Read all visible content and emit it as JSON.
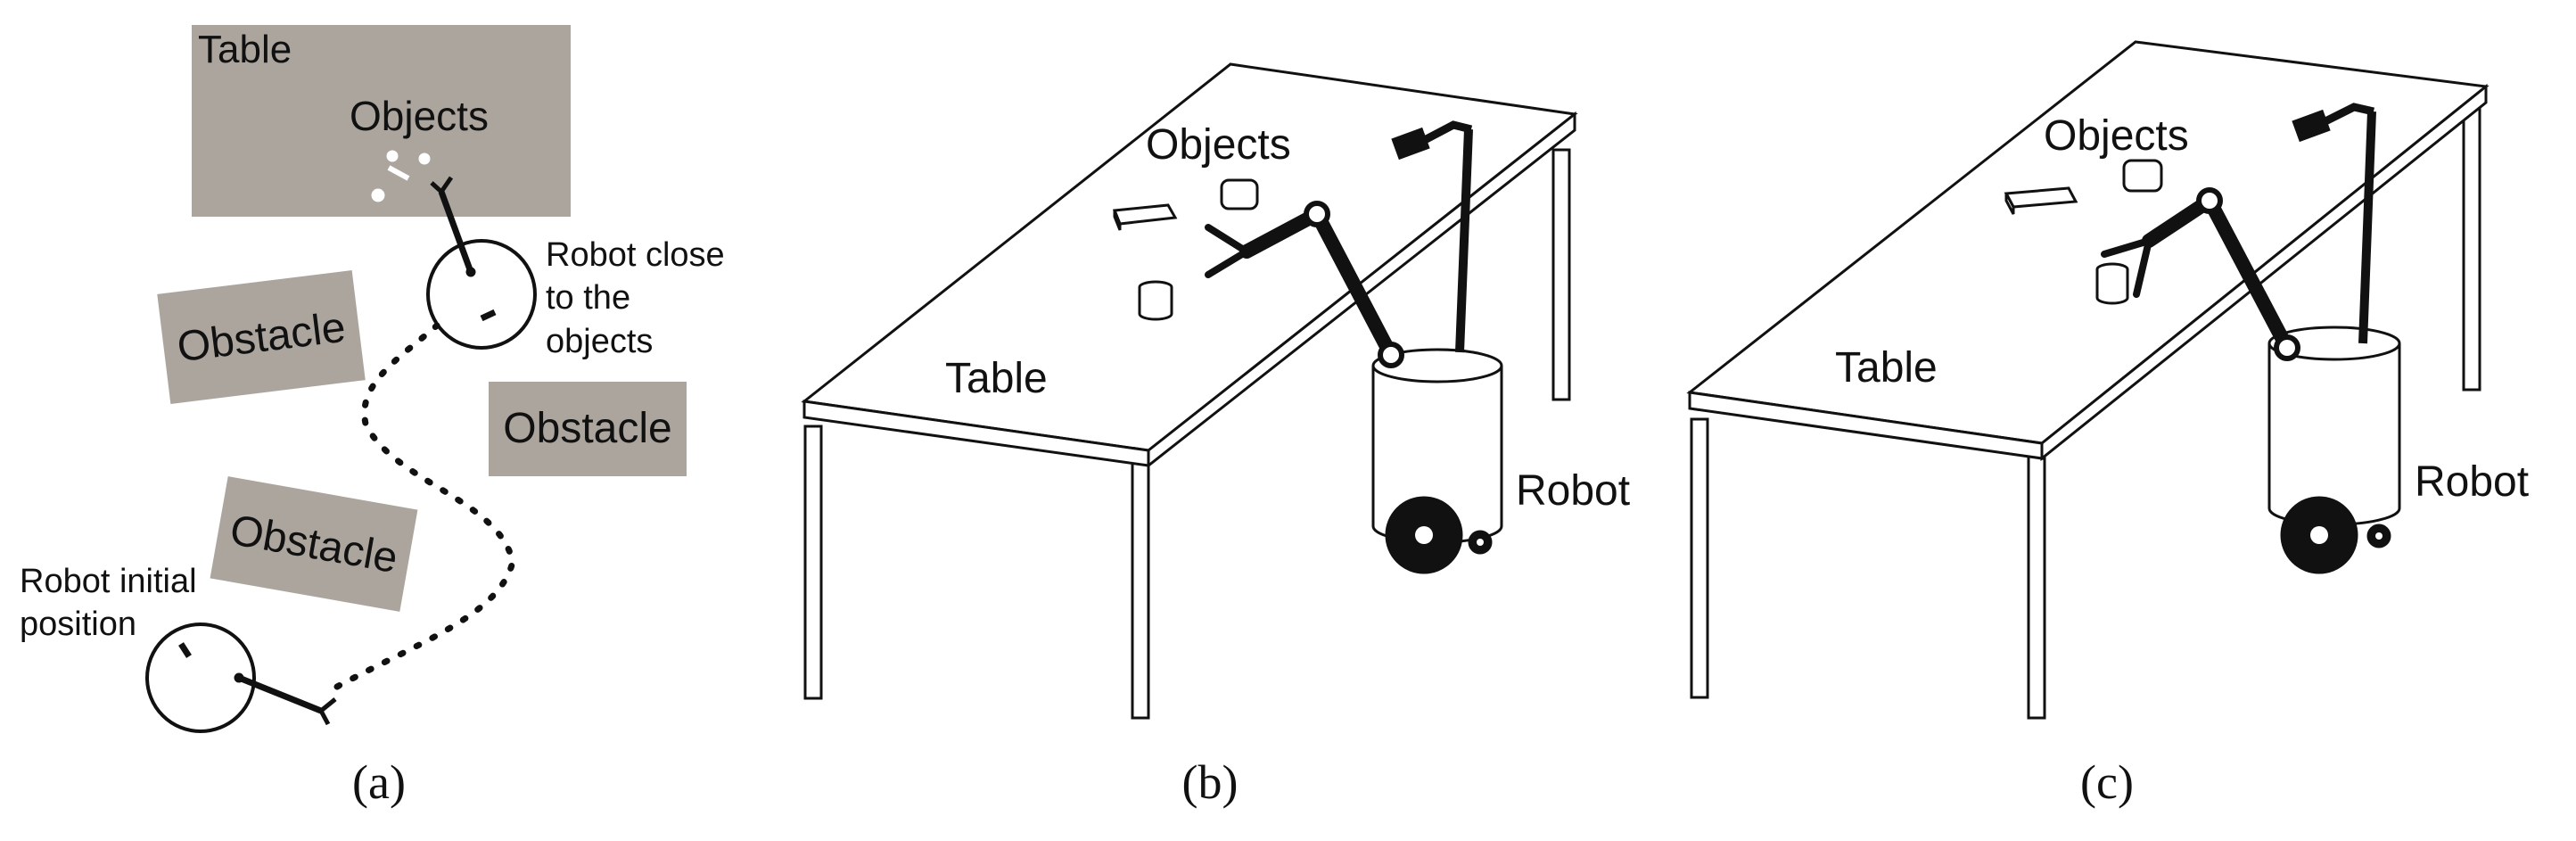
{
  "panel_a": {
    "table_label": "Table",
    "objects_label": "Objects",
    "obstacle_labels": [
      "Obstacle",
      "Obstacle",
      "Obstacle"
    ],
    "robot_close_lines": [
      "Robot close",
      "to the",
      "objects"
    ],
    "robot_initial_lines": [
      "Robot initial",
      "position"
    ],
    "caption": "(a)"
  },
  "panel_b": {
    "objects_label": "Objects",
    "table_label": "Table",
    "robot_label": "Robot",
    "caption": "(b)"
  },
  "panel_c": {
    "objects_label": "Objects",
    "table_label": "Table",
    "robot_label": "Robot",
    "caption": "(c)"
  },
  "colors": {
    "area_fill": "#aba59e",
    "ink": "#111111",
    "background": "#ffffff"
  }
}
